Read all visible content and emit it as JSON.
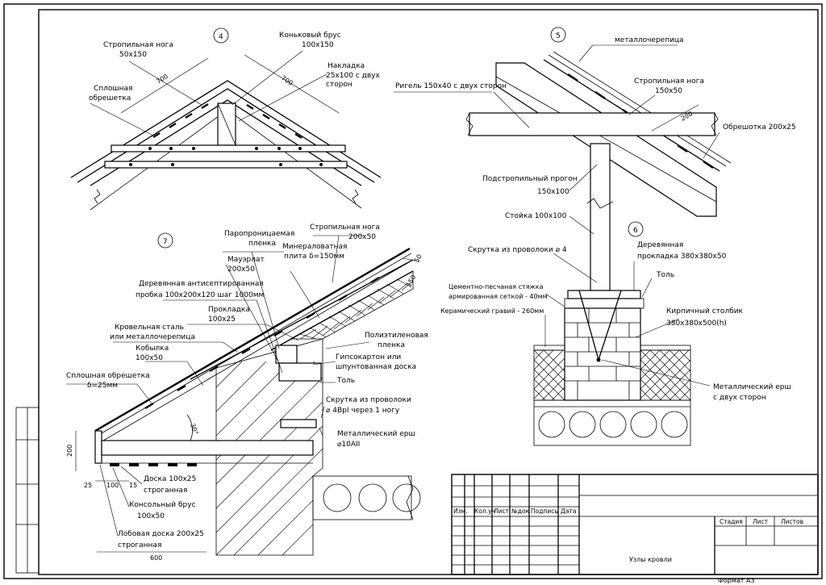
{
  "node4": {
    "number": "4",
    "rafter_leg": "Стропильная нога",
    "rafter_leg_size": "50х150",
    "ridge_beam": "Коньковый брус",
    "ridge_beam_size": "100х150",
    "overlay": "Накладка",
    "overlay_size": "25х100 с двух",
    "overlay_size2": "сторон",
    "sheathing": "Сплошная",
    "sheathing2": "обрешетка",
    "dim_left": "700",
    "dim_right": "700"
  },
  "node5": {
    "number": "5",
    "metal_tile": "металлочерепица",
    "crossbar": "Ригель 150х40 с двух сторон",
    "rafter_leg": "Стропильная нога",
    "rafter_leg_size": "150х50",
    "dim": "200",
    "lathing": "Обрешотка 200х25",
    "purlin": "Подстропильный прогон",
    "purlin_size": "150х100",
    "post": "Стойка 100х100",
    "wire_twist": "Скрутка из проволоки ⌀ 4"
  },
  "node6": {
    "number": "6",
    "wood_pad": "Деревянная",
    "wood_pad2": "прокладка 380х380х50",
    "roofing_felt": "Толь",
    "screed": "Цементно-песчаная стяжка",
    "screed2": "армированная сеткой - 40мм",
    "gravel": "Керамический гравий - 260мм",
    "brick_pillar": "Кирпичный столбик",
    "brick_pillar_size": "380х380х500(h)",
    "ruff": "Металлический ерш",
    "ruff2": "с двух сторон"
  },
  "node7": {
    "number": "7",
    "vapor_membrane": "Паропроницаемая",
    "vapor_membrane2": "пленка",
    "mauerlat": "Мауэрлат",
    "mauerlat_size": "200х50",
    "rafter_leg": "Стропильная нога",
    "rafter_leg_size": "200х50",
    "mineral_wool": "Минераловатная",
    "mineral_wool2": "плита δ=150мм",
    "antiseptic_plug": "Деревянная антисептированная",
    "antiseptic_plug2": "пробка 100х200х120  шаг 1000мм",
    "batten": "Прокладка",
    "batten_size": "100х25",
    "roof_steel": "Кровельная сталь",
    "roof_steel2": "или металлочерепица",
    "sprocket": "Кобылка",
    "sprocket_size": "100х50",
    "solid_lathing": "Сплошная обрешетка",
    "solid_lathing2": "δ=25мм",
    "pe_film": "Полиэтиленовая",
    "pe_film2": "пленка",
    "drywall": "Гипсокартон или",
    "drywall2": "шпунтованная доска",
    "felt": "Толь",
    "wire": "Скрутка из проволоки",
    "wire2": "⌀ 4ВрI через 1 ногу",
    "ruff": "Металлический ерш",
    "ruff2": "⌀10АII",
    "board": "Доска 100х25",
    "board2": "строганная",
    "console": "Консольный брус",
    "console2": "100х50",
    "fascia": "Лобовая доска 200х25",
    "fascia2": "строганная",
    "dim_200": "200",
    "dim_25": "25",
    "dim_100": "100",
    "dim_15": "15",
    "dim_600": "600",
    "dim_50": "50",
    "dim_150": "150",
    "angle": "30°"
  },
  "title_block": {
    "cols": [
      "Изм.",
      "Кол.уч",
      "Лист",
      "№док",
      "Подпись",
      "Дата"
    ],
    "stage": "Стадия",
    "sheet": "Лист",
    "sheets": "Листов",
    "title": "Узлы кровли",
    "format": "Формат А3"
  }
}
